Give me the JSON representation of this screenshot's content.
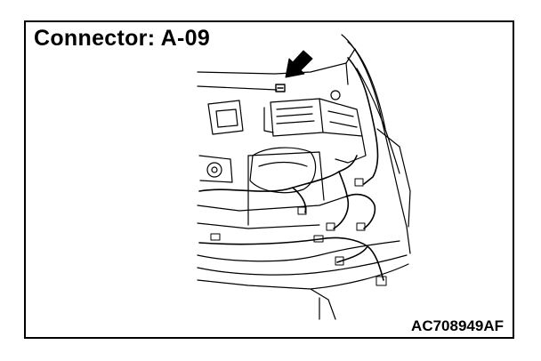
{
  "figure": {
    "title": "Connector: A-09",
    "figure_code": "AC708949AF",
    "subject": "engine bay wiring harness, front bumper area",
    "pointer": "arrow-icon",
    "colors": {
      "line": "#000000",
      "background": "#ffffff"
    }
  }
}
